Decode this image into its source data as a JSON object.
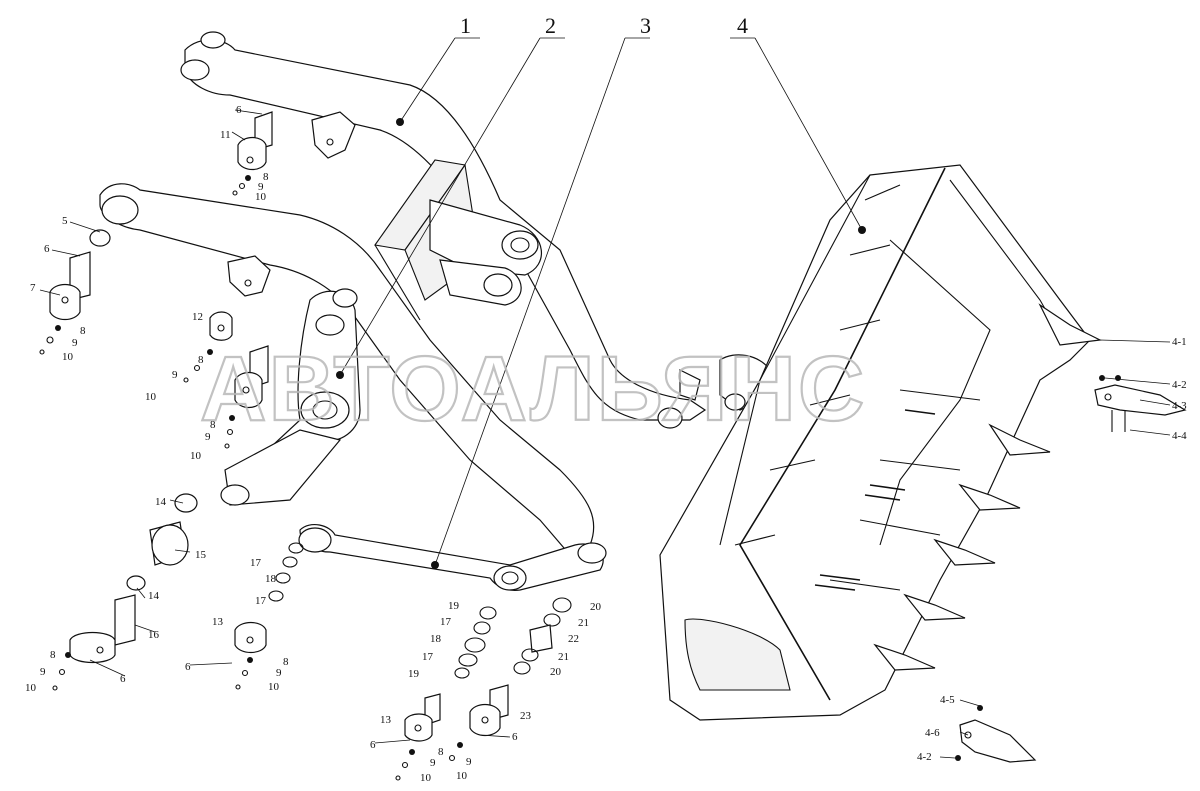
{
  "watermark": "АВТОАЛЬЯНС",
  "main_callouts": [
    "1",
    "2",
    "3",
    "4"
  ],
  "part_labels": {
    "p4_1": "4-1",
    "p4_2": "4-2",
    "p4_3": "4-3",
    "p4_4": "4-4",
    "p4_5": "4-5",
    "p4_6": "4-6",
    "p4_2b": "4-2",
    "n5": "5",
    "n6": "6",
    "n7": "7",
    "n8": "8",
    "n9": "9",
    "n10": "10",
    "n11": "11",
    "n12": "12",
    "n13": "13",
    "n14": "14",
    "n15": "15",
    "n16": "16",
    "n17": "17",
    "n18": "18",
    "n19": "19",
    "n20": "20",
    "n21": "21",
    "n22": "22",
    "n23": "23"
  }
}
